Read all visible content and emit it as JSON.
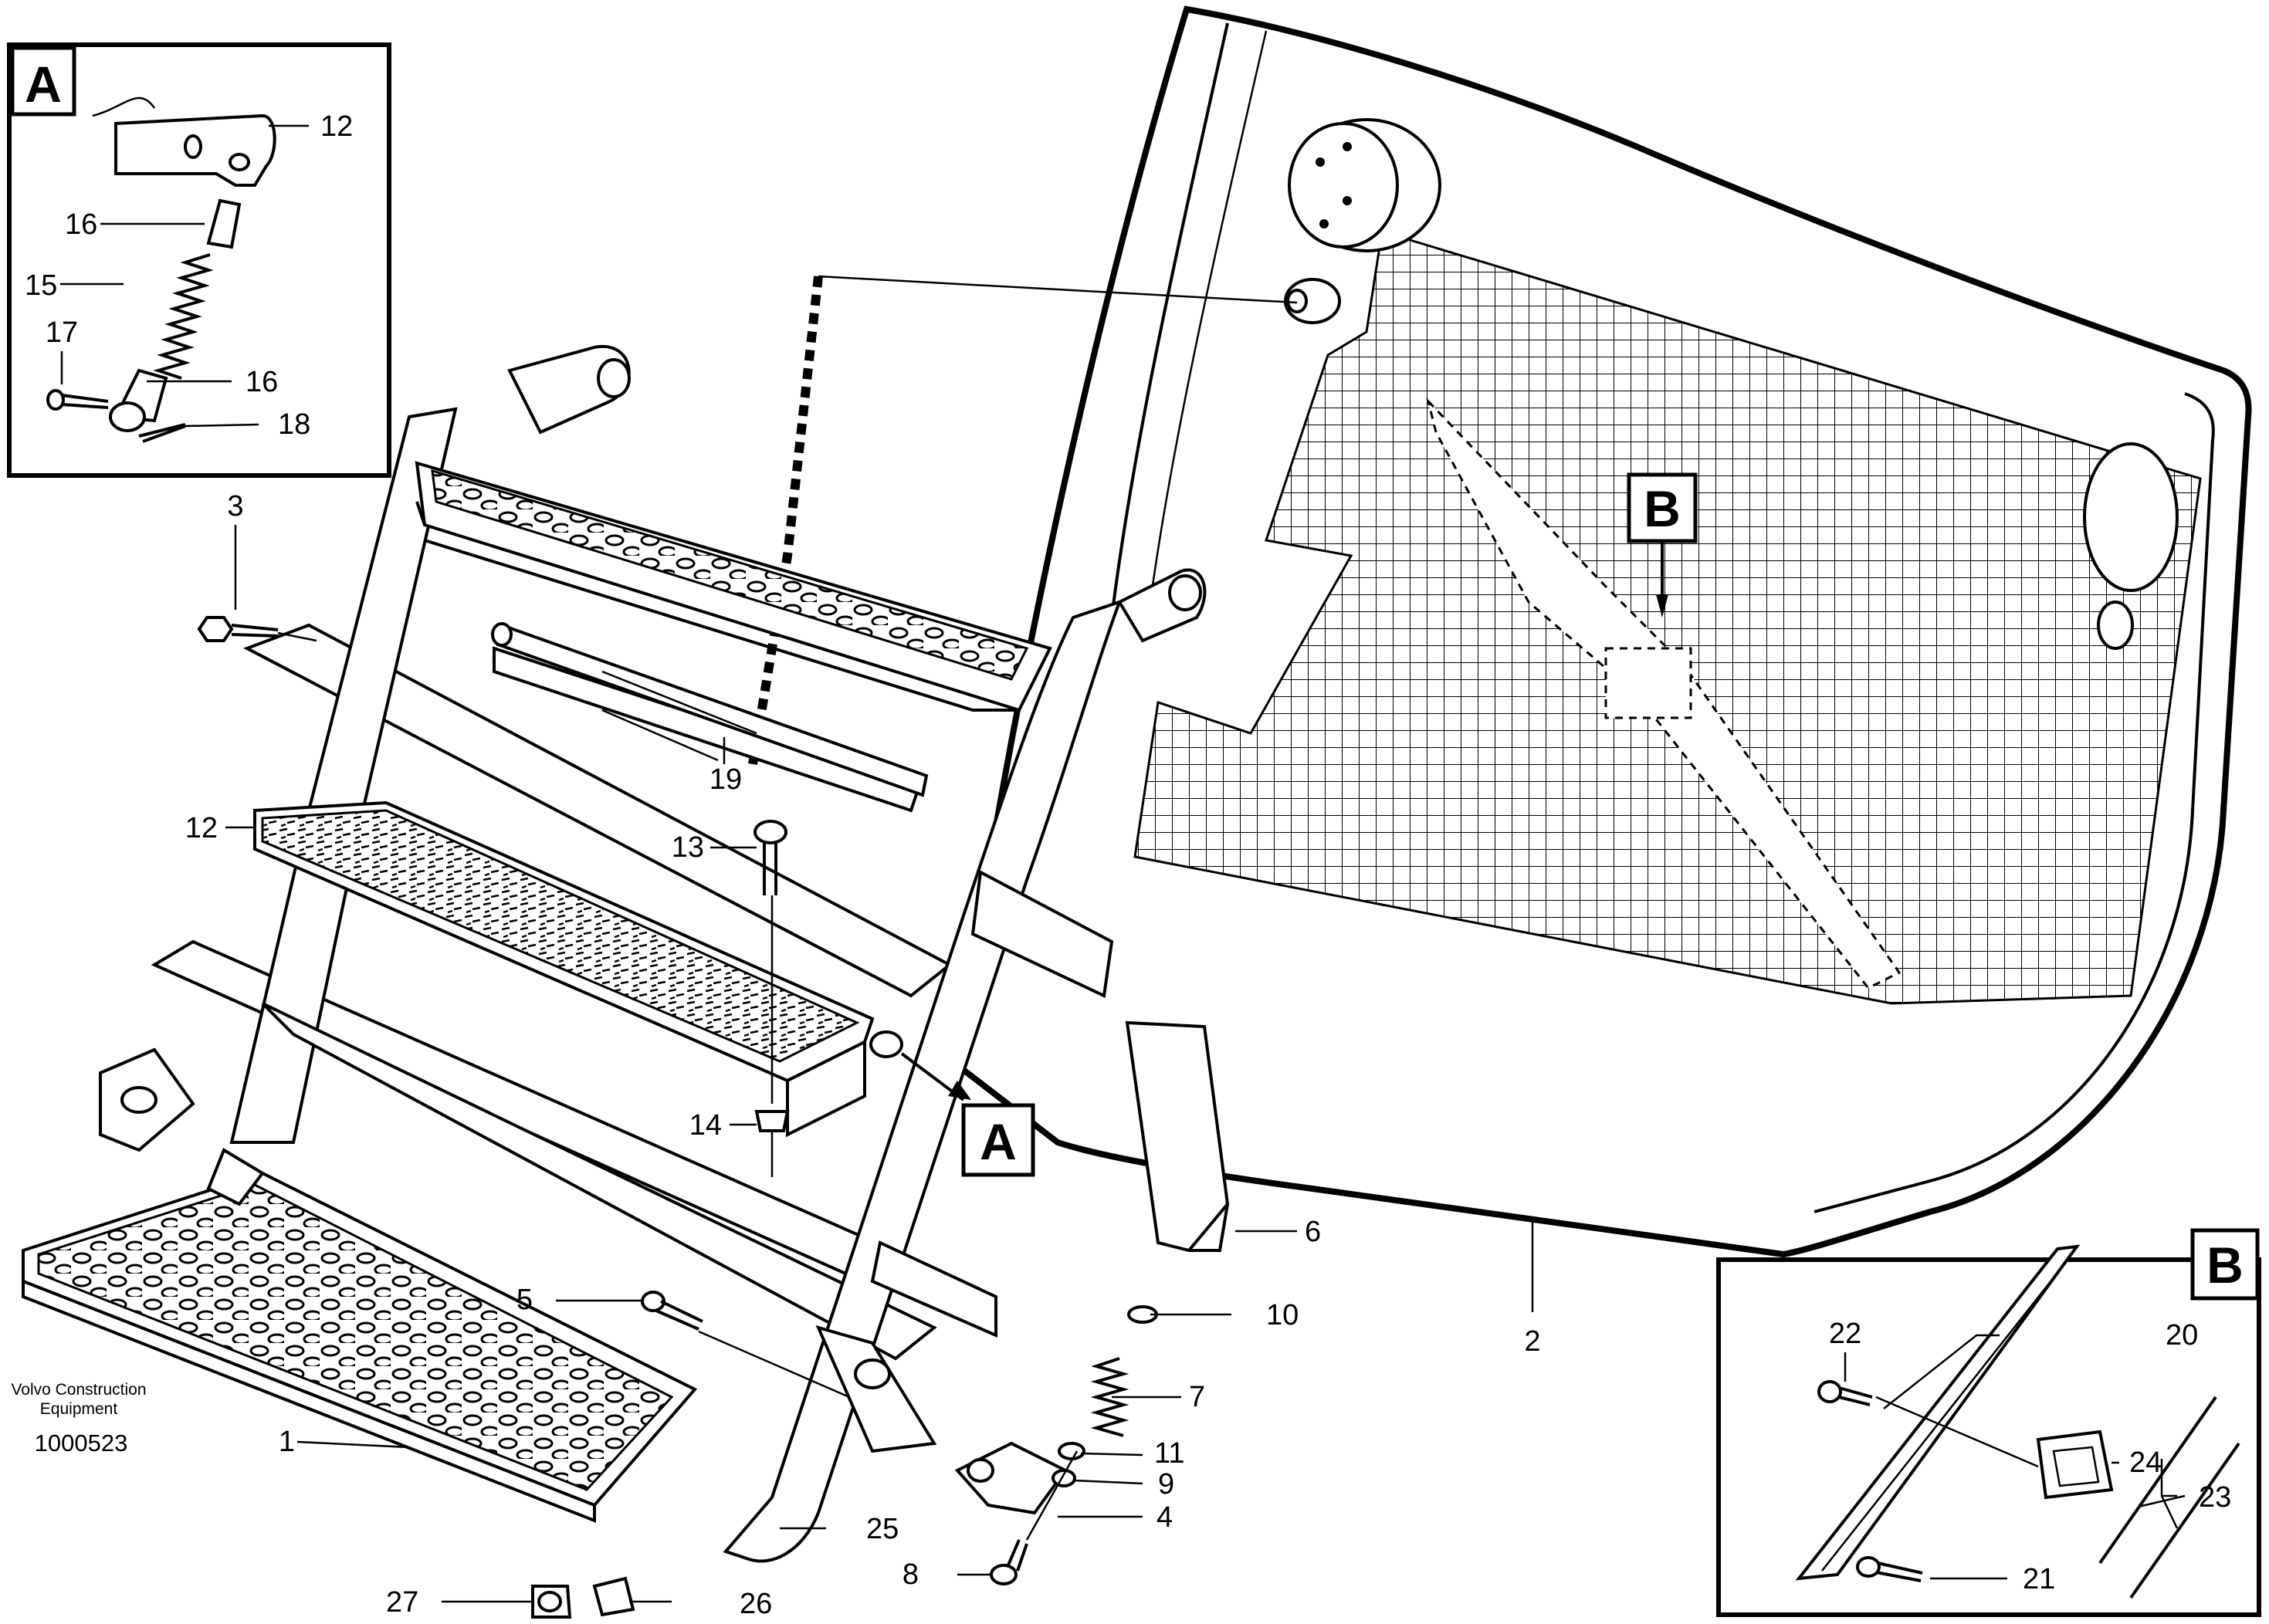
{
  "diagram": {
    "company_line1": "Volvo Construction",
    "company_line2": "Equipment",
    "document_number": "1000523",
    "detail_a": {
      "letter": "A",
      "callout_letter": "A"
    },
    "detail_b": {
      "letter": "B",
      "callout_letter": "B"
    },
    "labels": {
      "p1": "1",
      "p2": "2",
      "p3": "3",
      "p4": "4",
      "p5": "5",
      "p6": "6",
      "p7": "7",
      "p8": "8",
      "p9": "9",
      "p10": "10",
      "p11": "11",
      "p12_main": "12",
      "p12_detail": "12",
      "p13": "13",
      "p14": "14",
      "p15": "15",
      "p16_upper": "16",
      "p16_lower": "16",
      "p17": "17",
      "p18": "18",
      "p19": "19",
      "p20": "20",
      "p21": "21",
      "p22": "22",
      "p23": "23",
      "p24": "24",
      "p25": "25",
      "p26": "26",
      "p27": "27"
    }
  }
}
